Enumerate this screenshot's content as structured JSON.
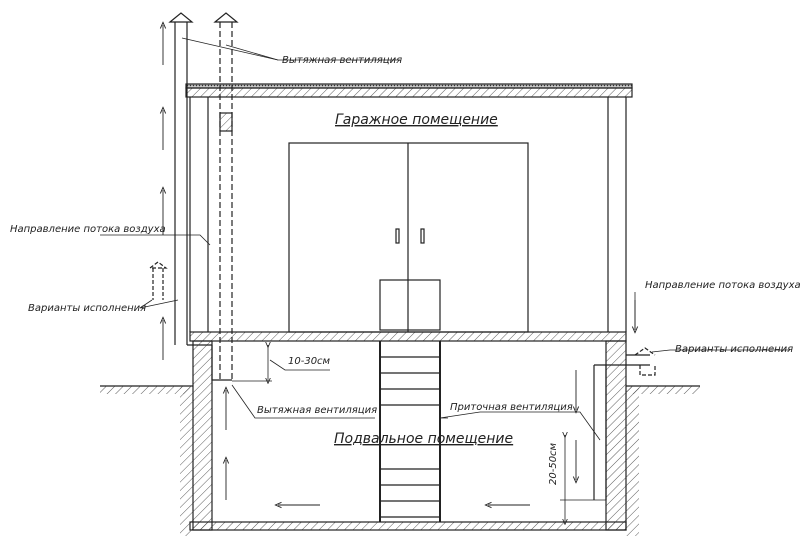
{
  "labels": {
    "exhaust_top": "Вытяжная вентиляция",
    "garage_room": "Гаражное помещение",
    "airflow_left": "Направление потока воздуха",
    "variants_left": "Варианты исполнения",
    "airflow_right": "Направление потока воздуха",
    "variants_right": "Варианты исполнения",
    "dim_10_30": "10-30см",
    "exhaust_bottom": "Вытяжная вентиляция",
    "supply": "Приточная вентиляция",
    "basement_room": "Подвальное помещение",
    "dim_20_50": "20-50см"
  }
}
